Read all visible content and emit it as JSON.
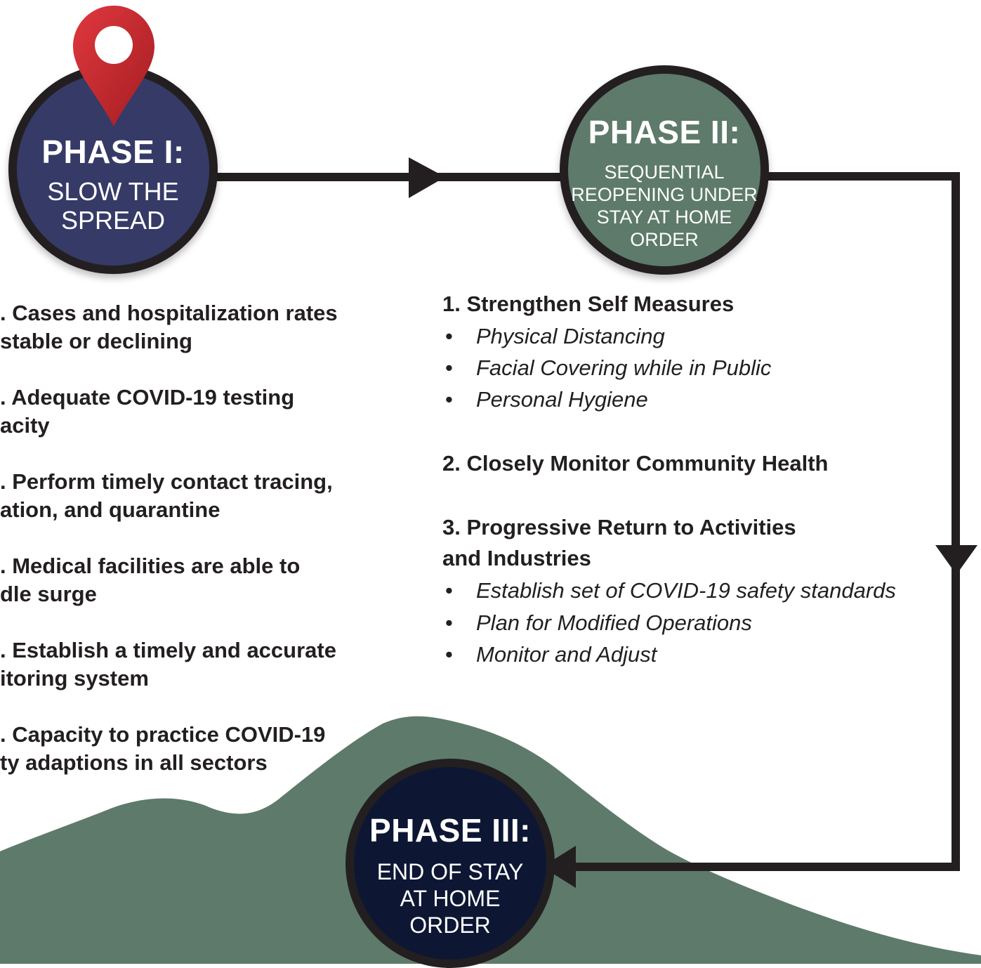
{
  "colors": {
    "phase1": "#363a66",
    "phase2": "#5e7a6a",
    "phase3": "#0d1733",
    "mountain": "#5e7a6a",
    "line": "#231f20",
    "pin": "#c1272d"
  },
  "icons": {
    "pin": "location-pin-icon"
  },
  "phase1": {
    "title": "PHASE I:",
    "subtitle_line1": "SLOW THE",
    "subtitle_line2": "SPREAD"
  },
  "phase2": {
    "title": "PHASE II:",
    "subtitle_line1": "SEQUENTIAL",
    "subtitle_line2": "REOPENING UNDER",
    "subtitle_line3": "STAY AT HOME",
    "subtitle_line4": "ORDER"
  },
  "phase3": {
    "title": "PHASE III:",
    "subtitle_line1": "END OF STAY",
    "subtitle_line2": "AT HOME",
    "subtitle_line3": "ORDER"
  },
  "criteria": [
    {
      "line1": ". Cases and hospitalization rates",
      "line2": "stable or declining"
    },
    {
      "line1": ". Adequate COVID-19 testing",
      "line2": "acity"
    },
    {
      "line1": ". Perform timely contact tracing,",
      "line2": "ation, and quarantine"
    },
    {
      "line1": ". Medical facilities are able to",
      "line2": "dle surge"
    },
    {
      "line1": ". Establish a timely and accurate",
      "line2": "itoring system"
    },
    {
      "line1": ". Capacity to practice COVID-19",
      "line2": "ty adaptions in all sectors"
    }
  ],
  "phase2_steps": {
    "step1": {
      "heading": "1. Strengthen Self Measures",
      "bullets": [
        "Physical Distancing",
        "Facial Covering while in Public",
        "Personal Hygiene"
      ]
    },
    "step2": {
      "heading": "2. Closely Monitor Community Health"
    },
    "step3": {
      "heading_line1": "3. Progressive Return to Activities",
      "heading_line2": "and Industries",
      "bullets": [
        "Establish set of COVID-19 safety standards",
        "Plan for Modified Operations",
        "Monitor and Adjust"
      ]
    },
    "bullet_char": "•"
  }
}
